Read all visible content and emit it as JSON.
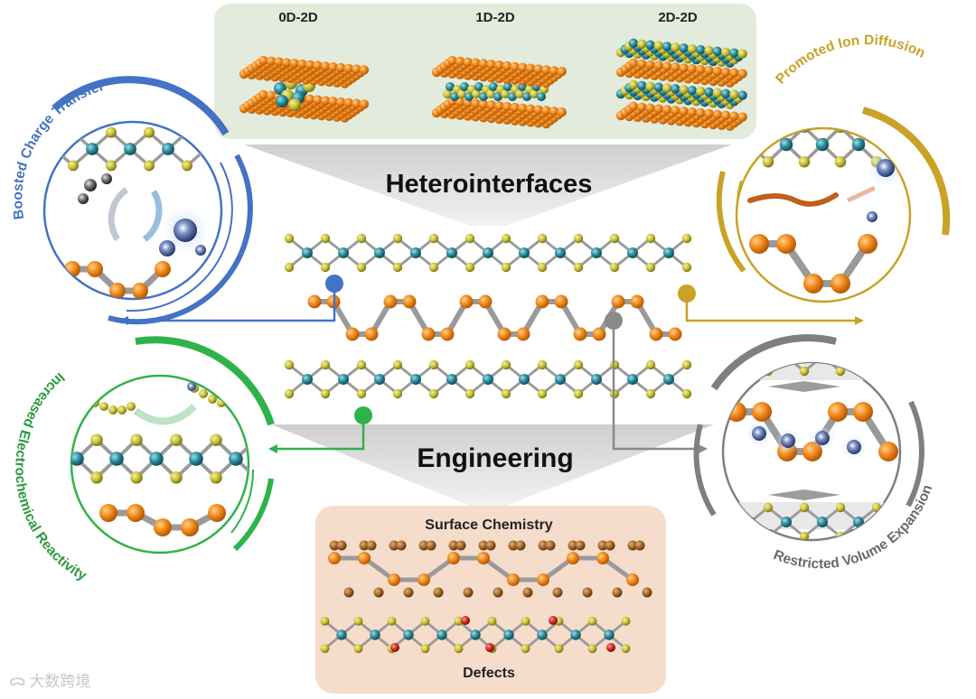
{
  "top_panel": {
    "labels": [
      "0D-2D",
      "1D-2D",
      "2D-2D"
    ]
  },
  "center": {
    "heterointerfaces": "Heterointerfaces",
    "engineering": "Engineering"
  },
  "bottom_panel": {
    "surface_chemistry": "Surface Chemistry",
    "defects": "Defects"
  },
  "benefits": {
    "top_left": "Boosted Charge Transfer",
    "top_right": "Promoted Ion Diffusion",
    "bottom_left": "Increased Electrochemical Reactivity",
    "bottom_right": "Restricted Volume Expansion"
  },
  "watermark": "大数跨境",
  "colors": {
    "blue": "#4472c4",
    "gold": "#c9a227",
    "green": "#2db34a",
    "gray": "#7f7f7f",
    "orange_atom": "#f08a17",
    "teal_atom": "#2a8a9a",
    "yellow_atom": "#c9c23a",
    "top_panel_bg": "#e3ebdc",
    "bottom_panel_bg": "#f6dccb"
  }
}
